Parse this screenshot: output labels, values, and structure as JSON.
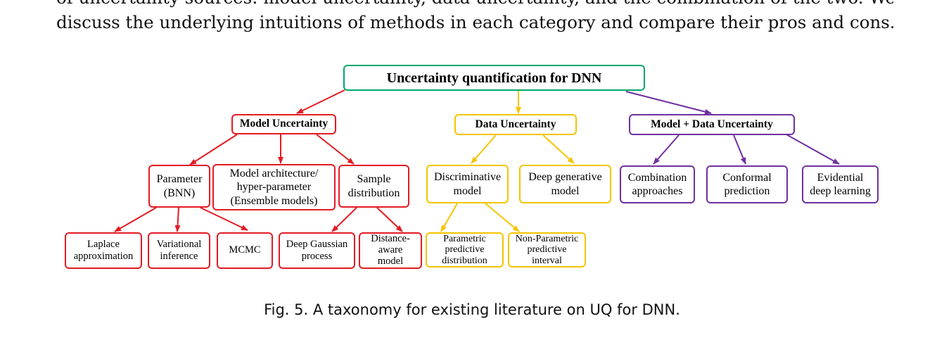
{
  "body_text": {
    "line0": "of uncertainty sources: model uncertainty, data uncertainty, and the combination of the two. We",
    "line1": "discuss the underlying intuitions of methods in each category and compare their pros and cons."
  },
  "caption": "Fig. 5.  A taxonomy for existing literature on UQ for DNN.",
  "colors": {
    "root": "#00a86b",
    "model_uncertainty": "#e31b23",
    "data_uncertainty": "#f5c400",
    "model_data_uncertainty": "#7030a0"
  },
  "diagram": {
    "root": "Uncertainty quantification for DNN",
    "model_uncertainty": {
      "label": "Model Uncertainty",
      "parameter": "Parameter\n(BNN)",
      "architecture": "Model architecture/\nhyper-parameter\n(Ensemble models)",
      "sample": "Sample\ndistribution",
      "laplace": "Laplace\napproximation",
      "variational": "Variational\ninference",
      "mcmc": "MCMC",
      "deep_gaussian": "Deep Gaussian\nprocess",
      "distance_aware": "Distance-\naware\nmodel"
    },
    "data_uncertainty": {
      "label": "Data Uncertainty",
      "discriminative": "Discriminative\nmodel",
      "generative": "Deep generative\nmodel",
      "parametric": "Parametric\npredictive\ndistribution",
      "non_parametric": "Non-Parametric\npredictive\ninterval"
    },
    "model_data_uncertainty": {
      "label": "Model + Data Uncertainty",
      "combination": "Combination\napproaches",
      "conformal": "Conformal\nprediction",
      "evidential": "Evidential\ndeep learning"
    }
  }
}
